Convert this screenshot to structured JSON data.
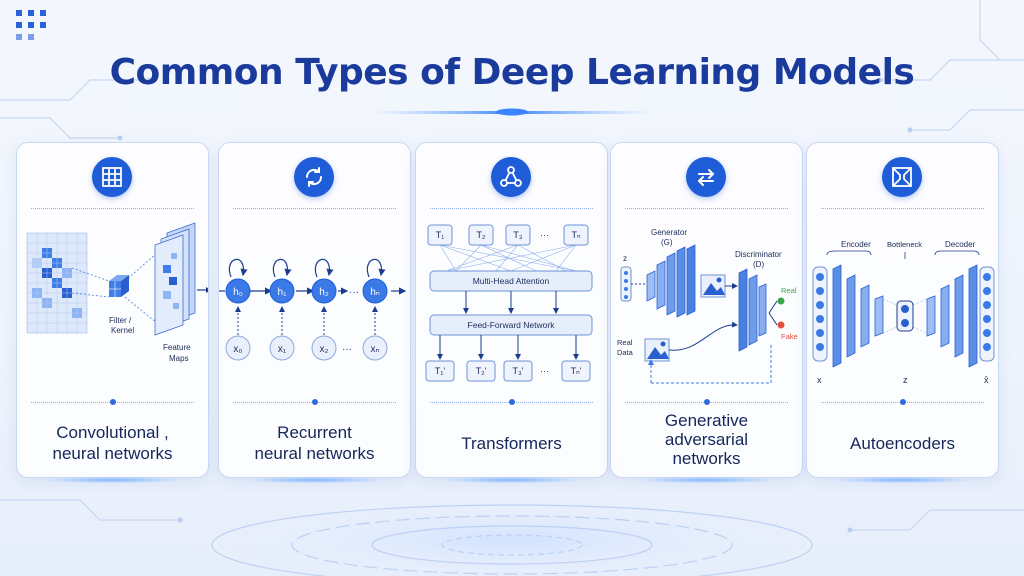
{
  "title": "Common Types of Deep Learning Models",
  "colors": {
    "accent": "#1f5cd8",
    "title": "#1a3a9c",
    "fake": "#e0503c",
    "real": "#3aa548"
  },
  "cards": [
    {
      "icon": "grid-icon",
      "label_lines": [
        "Convolutional ,",
        "neural networks"
      ],
      "diagram": {
        "filter_label_1": "Filter /",
        "filter_label_2": "Kernel",
        "maps_label_1": "Feature",
        "maps_label_2": "Maps"
      }
    },
    {
      "icon": "refresh-cycle-icon",
      "label_lines": [
        "Recurrent",
        "neural networks"
      ],
      "diagram": {
        "hidden": [
          "h₀",
          "h₁",
          "h₂",
          "hₙ"
        ],
        "inputs": [
          "x₀",
          "x₁",
          "x₂",
          "xₙ"
        ],
        "ellipsis": "···"
      }
    },
    {
      "icon": "network-triangle-icon",
      "label_lines": [
        "Transformers"
      ],
      "diagram": {
        "top_tokens": [
          "T₁",
          "T₂",
          "T₃",
          "Tₙ"
        ],
        "bottom_tokens": [
          "T₁'",
          "T₂'",
          "T₃'",
          "Tₙ'"
        ],
        "attention": "Multi-Head Attention",
        "ffn": "Feed-Forward Network",
        "ellipsis": "···"
      }
    },
    {
      "icon": "swap-arrows-icon",
      "label_lines": [
        "Generative",
        "adversarial",
        "networks"
      ],
      "diagram": {
        "generator_1": "Generator",
        "generator_2": "(G)",
        "discriminator_1": "Discriminator",
        "discriminator_2": "(D)",
        "z": "z",
        "real_data_1": "Real",
        "real_data_2": "Data",
        "real": "Real",
        "fake": "Fake"
      }
    },
    {
      "icon": "bottleneck-icon",
      "label_lines": [
        "Autoencoders"
      ],
      "diagram": {
        "encoder": "Encoder",
        "bottleneck": "Bottleneck",
        "decoder": "Decoder",
        "x": "x",
        "z": "z",
        "x_hat": "x̂"
      }
    }
  ]
}
